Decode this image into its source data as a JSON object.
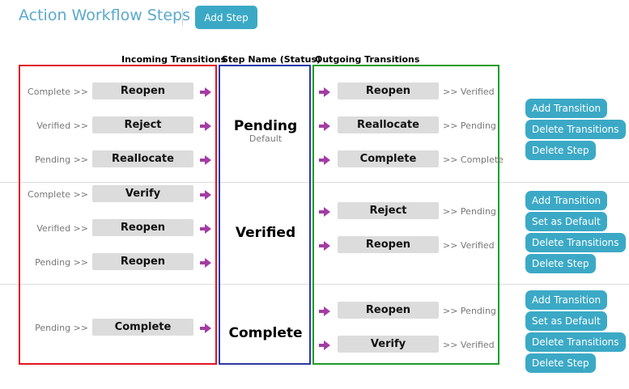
{
  "header": {
    "title": "Action Workflow Steps",
    "add_step_label": "Add Step"
  },
  "columns": {
    "incoming": "Incoming Transitions",
    "step_name": "Step Name (Status)",
    "outgoing": "Outgoing Transitions"
  },
  "colors": {
    "incoming_box": "#e0141e",
    "step_box": "#2b3aa8",
    "outgoing_box": "#1d9e2a",
    "accent": "#3ba9c6",
    "arrow": "#a43ca4"
  },
  "steps": [
    {
      "name": "Pending",
      "subtitle": "Default",
      "incoming": [
        {
          "from": "Complete >>",
          "action": "Reopen"
        },
        {
          "from": "Verified >>",
          "action": "Reject"
        },
        {
          "from": "Pending >>",
          "action": "Reallocate"
        }
      ],
      "outgoing": [
        {
          "action": "Reopen",
          "to": ">> Verified"
        },
        {
          "action": "Reallocate",
          "to": ">> Pending"
        },
        {
          "action": "Complete",
          "to": ">> Complete"
        }
      ],
      "buttons": [
        "Add Transition",
        "Delete Transitions",
        "Delete Step"
      ]
    },
    {
      "name": "Verified",
      "incoming": [
        {
          "from": "Complete >>",
          "action": "Verify"
        },
        {
          "from": "Verified >>",
          "action": "Reopen"
        },
        {
          "from": "Pending >>",
          "action": "Reopen"
        }
      ],
      "outgoing": [
        {
          "action": "Reject",
          "to": ">> Pending"
        },
        {
          "action": "Reopen",
          "to": ">> Verified"
        }
      ],
      "buttons": [
        "Add Transition",
        "Set as Default",
        "Delete Transitions",
        "Delete Step"
      ]
    },
    {
      "name": "Complete",
      "incoming": [
        {
          "from": "Pending >>",
          "action": "Complete"
        }
      ],
      "outgoing": [
        {
          "action": "Reopen",
          "to": ">> Pending"
        },
        {
          "action": "Verify",
          "to": ">> Verified"
        }
      ],
      "buttons": [
        "Add Transition",
        "Set as Default",
        "Delete Transitions",
        "Delete Step"
      ]
    }
  ]
}
